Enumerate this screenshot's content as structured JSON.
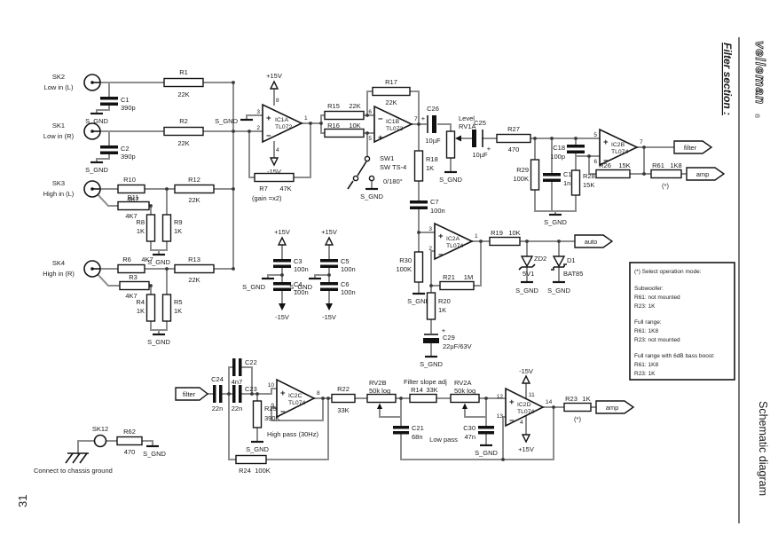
{
  "page": {
    "number": "31"
  },
  "margin": {
    "brand": "velleman",
    "brand_reg": "®",
    "section_title": "Filter section :",
    "doc_title": "Schematic diagram"
  },
  "power": {
    "vpos": "+15V",
    "vneg": "-15V",
    "sgnd": "S_GND"
  },
  "connectors": {
    "sk2": {
      "name": "SK2",
      "desc": "Low in (L)"
    },
    "sk1": {
      "name": "SK1",
      "desc": "Low in (R)"
    },
    "sk3": {
      "name": "SK3",
      "desc": "High in (L)"
    },
    "sk4": {
      "name": "SK4",
      "desc": "High in (R)"
    },
    "sk12": {
      "name": "SK12"
    }
  },
  "resistors": {
    "r1": {
      "n": "R1",
      "v": "22K"
    },
    "r2": {
      "n": "R2",
      "v": "22K"
    },
    "r3": {
      "n": "R3",
      "v": "4K7"
    },
    "r4": {
      "n": "R4",
      "v": "1K"
    },
    "r5": {
      "n": "R5",
      "v": "1K"
    },
    "r6": {
      "n": "R6",
      "v": "4K7"
    },
    "r7": {
      "n": "R7",
      "v": "47K"
    },
    "r8": {
      "n": "R8",
      "v": "1K"
    },
    "r9": {
      "n": "R9",
      "v": "1K"
    },
    "r10": {
      "n": "R10",
      "v": "4K7"
    },
    "r11": {
      "n": "R11",
      "v": "4K7"
    },
    "r12": {
      "n": "R12",
      "v": "22K"
    },
    "r13": {
      "n": "R13",
      "v": "22K"
    },
    "r14": {
      "n": "R14",
      "v": "33K"
    },
    "r15": {
      "n": "R15",
      "v": "22K"
    },
    "r16": {
      "n": "R16",
      "v": "10K"
    },
    "r17": {
      "n": "R17",
      "v": "22K"
    },
    "r18": {
      "n": "R18",
      "v": "1K"
    },
    "r19": {
      "n": "R19",
      "v": "10K"
    },
    "r20": {
      "n": "R20",
      "v": "1K"
    },
    "r21": {
      "n": "R21",
      "v": "1M"
    },
    "r22": {
      "n": "R22",
      "v": "33K"
    },
    "r23": {
      "n": "R23",
      "v": "1K"
    },
    "r24": {
      "n": "R24",
      "v": "100K"
    },
    "r25": {
      "n": "R25",
      "v": "390K"
    },
    "r26": {
      "n": "R26",
      "v": "15K"
    },
    "r27": {
      "n": "R27",
      "v": "470"
    },
    "r28": {
      "n": "R28",
      "v": "15K"
    },
    "r29": {
      "n": "R29",
      "v": "100K"
    },
    "r30": {
      "n": "R30",
      "v": "100K"
    },
    "r61": {
      "n": "R61",
      "v": "1K8"
    },
    "r62": {
      "n": "R62",
      "v": "470"
    }
  },
  "capacitors": {
    "c1": {
      "n": "C1",
      "v": "390p"
    },
    "c2": {
      "n": "C2",
      "v": "390p"
    },
    "c3": {
      "n": "C3",
      "v": "100n"
    },
    "c4": {
      "n": "C4",
      "v": "100n"
    },
    "c5": {
      "n": "C5",
      "v": "100n"
    },
    "c6": {
      "n": "C6",
      "v": "100n"
    },
    "c7": {
      "n": "C7",
      "v": "100n"
    },
    "c17": {
      "n": "C17",
      "v": "1n"
    },
    "c18": {
      "n": "C18",
      "v": "100p"
    },
    "c21": {
      "n": "C21",
      "v": "68n"
    },
    "c22": {
      "n": "C22",
      "v": "4n7"
    },
    "c23": {
      "n": "C23",
      "v": "22n"
    },
    "c24": {
      "n": "C24",
      "v": "22n"
    },
    "c25": {
      "n": "C25",
      "v": "10µF"
    },
    "c26": {
      "n": "C26",
      "v": "10µF"
    },
    "c29": {
      "n": "C29",
      "v": "22µF/63V"
    },
    "c30": {
      "n": "C30",
      "v": "47n"
    }
  },
  "ics": {
    "ic1a": {
      "n": "IC1A",
      "t": "TL072",
      "pp": "3",
      "pn": "2",
      "po": "1",
      "pvp": "8",
      "pvn": "4"
    },
    "ic1b": {
      "n": "IC1B",
      "t": "TL072",
      "pp": "5",
      "pn": "6",
      "po": "7"
    },
    "ic2b": {
      "n": "IC2B",
      "t": "TL074",
      "pp": "5",
      "pn": "6",
      "po": "7"
    },
    "ic2a": {
      "n": "IC2A",
      "t": "TL074",
      "pp": "3",
      "pn": "2",
      "po": "1"
    },
    "ic2c": {
      "n": "IC2C",
      "t": "TL074",
      "pp": "10",
      "pn": "9",
      "po": "8"
    },
    "ic2d": {
      "n": "IC2D",
      "t": "TL074",
      "pp": "12",
      "pn": "13",
      "po": "14",
      "pvp": "4",
      "pvn": "11"
    }
  },
  "pots": {
    "rv1a": {
      "name": "RV1A",
      "label": "Level"
    },
    "rv2b": {
      "name": "RV2B",
      "value": "50k log"
    },
    "rv2a": {
      "name": "RV2A",
      "value": "50k log"
    }
  },
  "diodes": {
    "zd2": {
      "name": "ZD2",
      "value": "5V1"
    },
    "d1": {
      "name": "D1",
      "value": "BAT85"
    }
  },
  "switch": {
    "name": "SW1",
    "type": "SW TS-4",
    "mode": "0/180°"
  },
  "tags": {
    "filter_out": "filter",
    "filter_in": "filter",
    "amp_out": "amp",
    "amp_out2": "amp",
    "auto_out": "auto"
  },
  "texts": {
    "gain": "(gain =x2)",
    "star": "(*)",
    "high_pass": "High pass (30Hz)",
    "low_pass": "Low pass",
    "slope_adj": "Filter slope adj",
    "chassis": "Connect to chassis ground",
    "plus": "+",
    "op_plus": "+",
    "op_minus": "−"
  },
  "note_box": {
    "line1": "(*) Select operation mode:",
    "line2": "Subwoofer:",
    "line3": "R61: not mounted",
    "line4": "R23: 1K",
    "line5": "Full range:",
    "line6": "R61: 1K8",
    "line7": "R23: not mounted",
    "line8": "Full range with 6dB bass boost:",
    "line9": "R61: 1K8",
    "line10": "R23: 1K"
  }
}
